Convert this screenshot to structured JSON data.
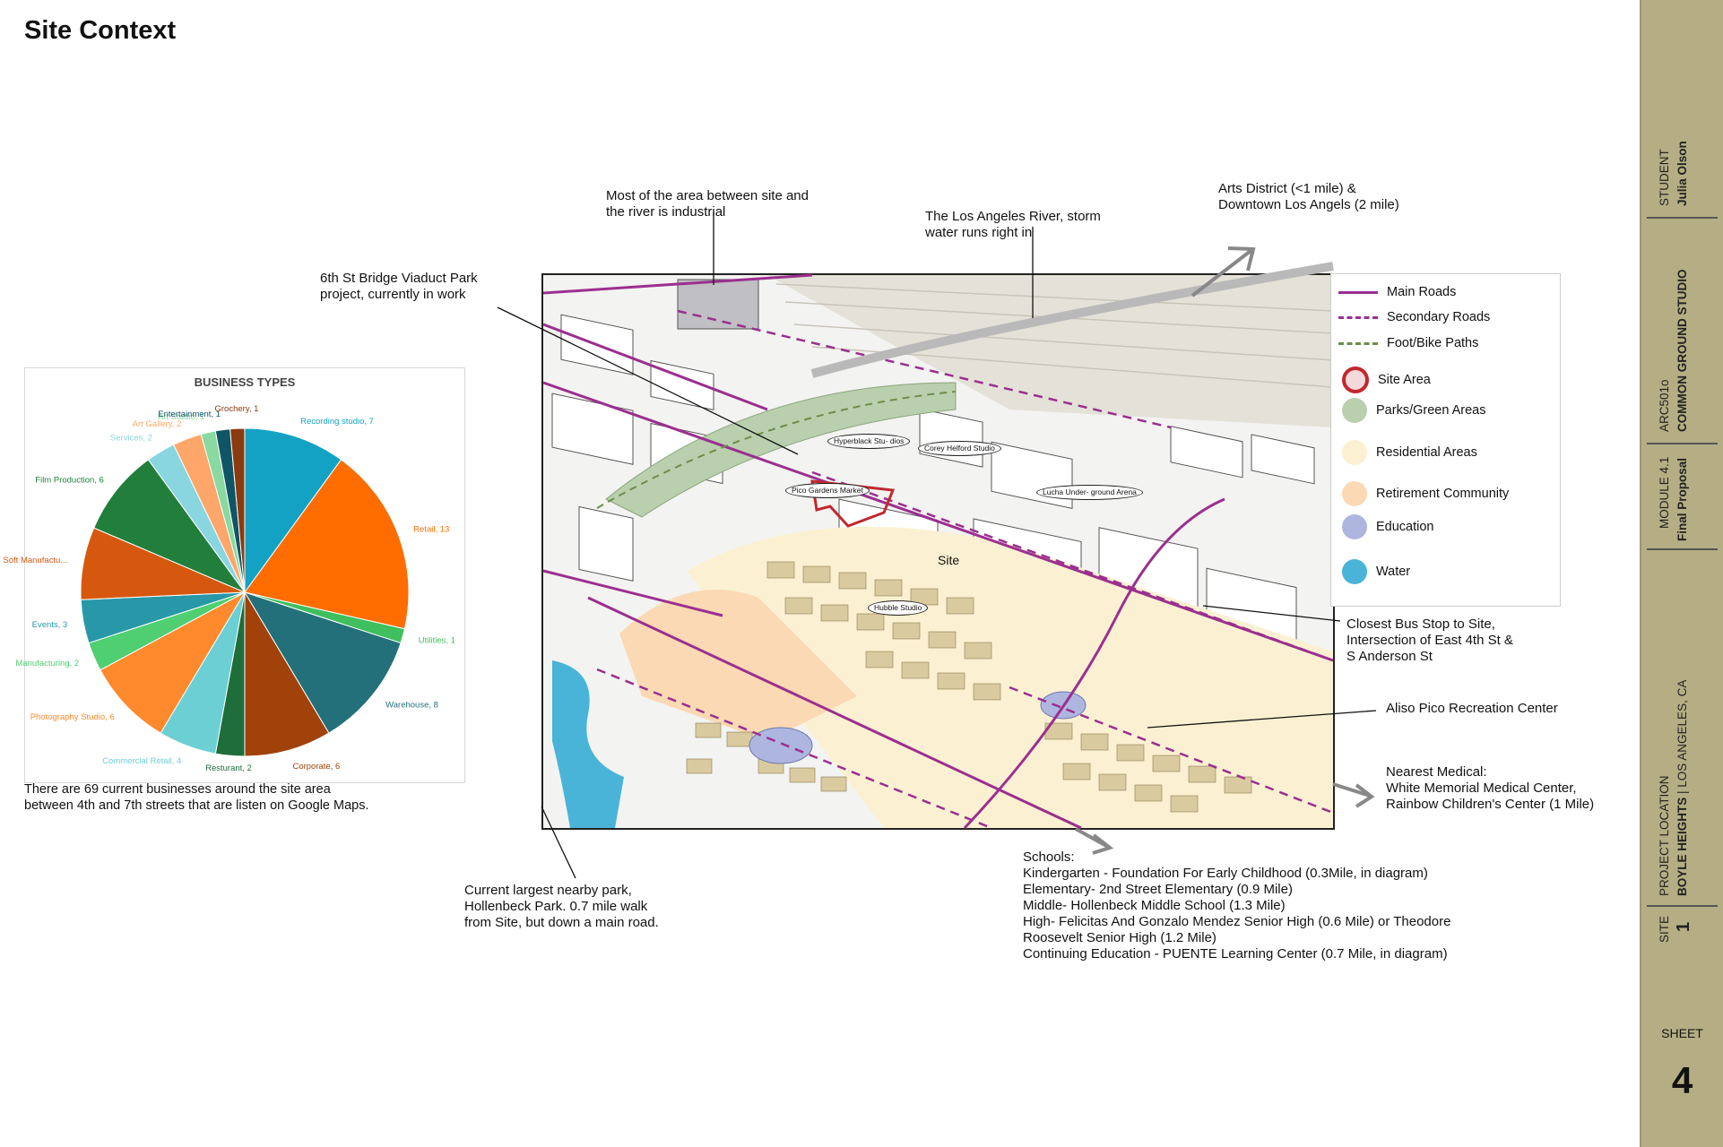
{
  "page": {
    "title": "Site Context"
  },
  "chart_data": {
    "type": "pie",
    "title": "BUSINESS TYPES",
    "slices": [
      {
        "label": "Recording studio, 7",
        "value": 7,
        "color": "#14a2c4"
      },
      {
        "label": "Retail, 13",
        "value": 13,
        "color": "#ff6c00"
      },
      {
        "label": "Utilities, 1",
        "value": 1,
        "color": "#3fbf5e"
      },
      {
        "label": "Warehouse, 8",
        "value": 8,
        "color": "#23707a"
      },
      {
        "label": "Corporate, 6",
        "value": 6,
        "color": "#a0420a"
      },
      {
        "label": "Resturant, 2",
        "value": 2,
        "color": "#1f6d3a"
      },
      {
        "label": "Commercial Retail, 4",
        "value": 4,
        "color": "#6ccfd4"
      },
      {
        "label": "Photography Studio, 6",
        "value": 6,
        "color": "#ff8a2e"
      },
      {
        "label": "Manufacturing, 2",
        "value": 2,
        "color": "#4fcf72"
      },
      {
        "label": "Events, 3",
        "value": 3,
        "color": "#2898a8"
      },
      {
        "label": "Soft Manufactu...",
        "value": 5,
        "color": "#d6580e"
      },
      {
        "label": "Film Production, 6",
        "value": 6,
        "color": "#217f3b"
      },
      {
        "label": "Services, 2",
        "value": 2,
        "color": "#8ad6e0"
      },
      {
        "label": "Art Gallery, 2",
        "value": 2,
        "color": "#ffa76a"
      },
      {
        "label": "Art Studio, 1",
        "value": 1,
        "color": "#8ad9a0"
      },
      {
        "label": "Entertainment, 1",
        "value": 1,
        "color": "#0f5566"
      },
      {
        "label": "Grochery, 1",
        "value": 1,
        "color": "#8a3b10"
      }
    ]
  },
  "pie_caption": "There are 69 current businesses around the site area\nbetween 4th and 7th streets that are listen on Google Maps.",
  "annotations": {
    "industrial": "Most of the area between site and\nthe river is industrial",
    "river": "The Los Angeles River, storm\nwater runs right in",
    "arts": "Arts District (<1 mile) &\nDowntown Los Angels (2 mile)",
    "bridge": "6th St Bridge Viaduct Park\nproject, currently in work",
    "bus": "Closest Bus Stop to Site,\nIntersection of East 4th St &\nS Anderson St",
    "rec": "Aliso Pico Recreation Center",
    "medical": "Nearest Medical:\nWhite Memorial Medical Center,\nRainbow Children's Center (1 Mile)",
    "park": "Current largest nearby park,\nHollenbeck Park. 0.7 mile walk\nfrom Site, but down a main road.",
    "schools": "Schools:\nKindergarten - Foundation For Early Childhood (0.3Mile, in diagram)\nElementary- 2nd Street Elementary (0.9 Mile)\nMiddle- Hollenbeck Middle School (1.3 Mile)\nHigh- Felicitas And Gonzalo Mendez Senior High (0.6 Mile) or Theodore\nRoosevelt Senior High (1.2 Mile)\nContinuing Education - PUENTE Learning Center (0.7 Mile, in diagram)"
  },
  "map_tags": {
    "hyperblack": "Hyperblack Stu-\ndios",
    "corey": "Corey Helford\nStudio",
    "pico": "Pico Gardens\nMarket",
    "lucha": "Lucha Under-\nground Arena",
    "hubble": "Hubble Studio",
    "site": "Site"
  },
  "legend": {
    "items": [
      {
        "label": "Main Roads",
        "kind": "line-solid",
        "color": "#9b2f8f"
      },
      {
        "label": "Secondary Roads",
        "kind": "line-dashed",
        "color": "#9b2f8f"
      },
      {
        "label": "Foot/Bike Paths",
        "kind": "line-dashed",
        "color": "#6e8c4a"
      },
      {
        "label": "Site Area",
        "kind": "ring",
        "color": "#c0282e"
      },
      {
        "label": "Parks/Green Areas",
        "kind": "circle",
        "color": "#b9cfae"
      },
      {
        "label": "Residential Areas",
        "kind": "circle",
        "color": "#fbf1d2"
      },
      {
        "label": "Retirement Community",
        "kind": "circle",
        "color": "#fbd9b4"
      },
      {
        "label": "Education",
        "kind": "circle",
        "color": "#aeb6df"
      },
      {
        "label": "Water",
        "kind": "circle",
        "color": "#49b4d8"
      }
    ]
  },
  "title_block": {
    "student_label": "STUDENT",
    "student_name": "Julia Olson",
    "studio": "COMMON GROUND STUDIO",
    "course_code": "ARC501o",
    "module_label": "MODULE 4.1",
    "module_name": "Final Proposal",
    "location_label": "PROJECT LOCATION",
    "location_bold": "BOYLE HEIGHTS",
    "location_rest": " | LOS ANGELES, CA",
    "site_label": "SITE",
    "site_num": "1",
    "sheet_label": "SHEET",
    "sheet_num": "4"
  }
}
